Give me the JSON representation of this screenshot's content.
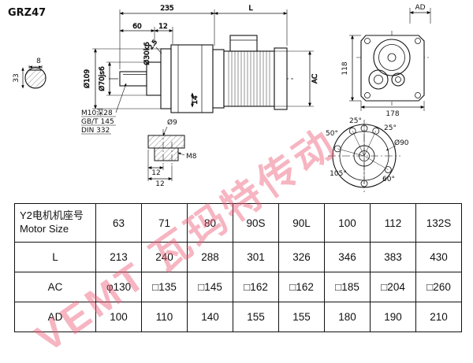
{
  "title": "GRZ47",
  "watermark": "VEMT 瓦玛特传动",
  "drawing": {
    "section_dims": {
      "key_width": "8",
      "len": "33"
    },
    "top_dims": {
      "d235": "235",
      "L": "L",
      "d60": "60",
      "d12": "12",
      "chamfer": "2.5"
    },
    "left_dims": {
      "d109": "Ø109",
      "d70": "Ø70js6",
      "d30": "Ø30k6"
    },
    "mid_dims": {
      "d14": "14",
      "ac": "AC"
    },
    "notes": {
      "l1": "M10深28",
      "l2": "GB/T 145",
      "l3": "DIN 332"
    },
    "detail_dims": {
      "d9": "Ø9",
      "m8": "M8",
      "d12a": "12",
      "d12b": "12"
    },
    "end_view": {
      "ad": "AD",
      "d118": "118",
      "d178": "178"
    },
    "flange_view": {
      "a50": "50°",
      "a25a": "25°",
      "a25b": "25°",
      "d90": "Ø90",
      "a105": "105°",
      "a60": "60°"
    }
  },
  "table": {
    "motor": {
      "label_cn": "Y2电机机座号",
      "label_en": "Motor Size",
      "sizes": [
        "63",
        "71",
        "80",
        "90S",
        "90L",
        "100",
        "112",
        "132S"
      ]
    },
    "rows": [
      {
        "label": "L",
        "values": [
          "213",
          "240",
          "288",
          "301",
          "326",
          "346",
          "383",
          "430"
        ]
      },
      {
        "label": "AC",
        "values": [
          "φ130",
          "□135",
          "□145",
          "□162",
          "□162",
          "□185",
          "□204",
          "□260"
        ]
      },
      {
        "label": "AD",
        "values": [
          "100",
          "110",
          "140",
          "155",
          "155",
          "180",
          "190",
          "210"
        ]
      }
    ]
  }
}
